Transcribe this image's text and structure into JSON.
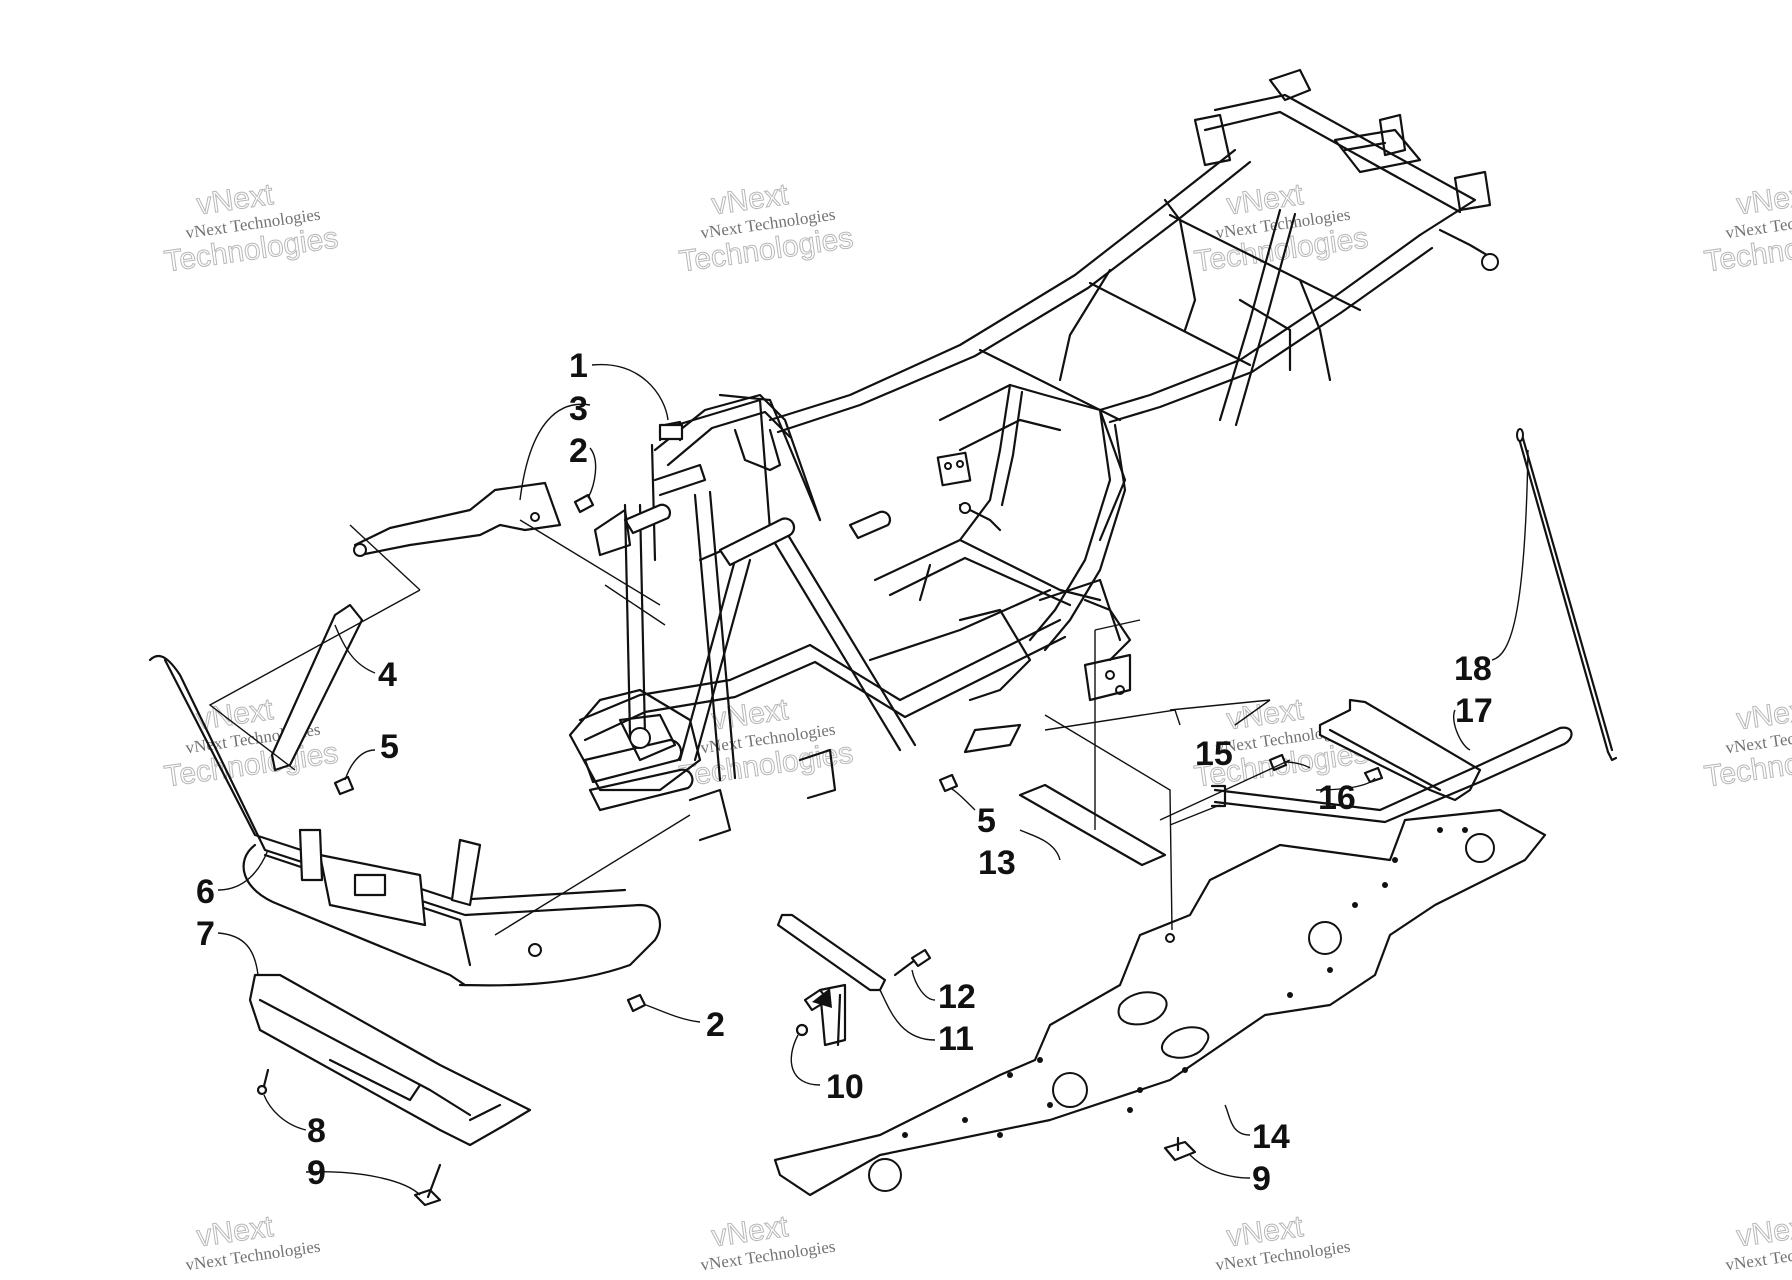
{
  "watermark": {
    "line1": "vNext Technologies",
    "word1": "vNext",
    "word2": "Technologies"
  },
  "callouts": {
    "c1": "1",
    "c2a": "2",
    "c2b": "2",
    "c3": "3",
    "c4": "4",
    "c5a": "5",
    "c5b": "5",
    "c6": "6",
    "c7": "7",
    "c8": "8",
    "c9a": "9",
    "c9b": "9",
    "c10": "10",
    "c11": "11",
    "c12": "12",
    "c13": "13",
    "c14": "14",
    "c15": "15",
    "c16": "16",
    "c17": "17",
    "c18": "18"
  }
}
